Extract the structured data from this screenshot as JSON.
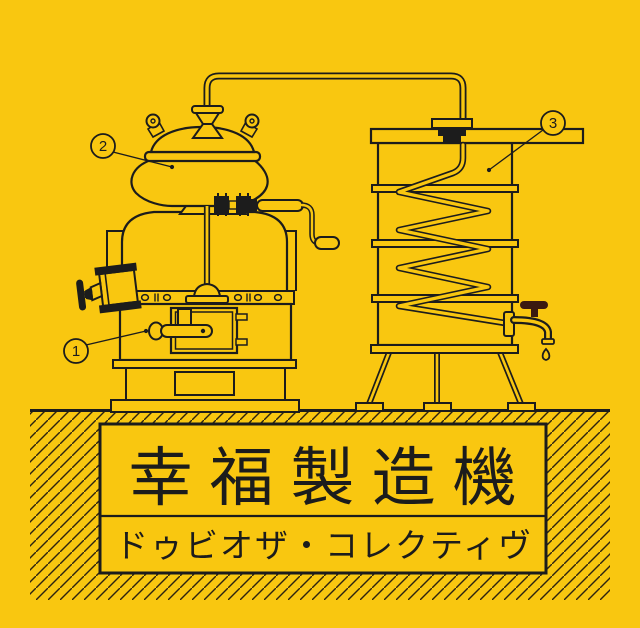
{
  "poster": {
    "title": "幸福製造機",
    "subtitle": "ドゥビオザ・コレクティヴ",
    "callouts": [
      {
        "number": "1"
      },
      {
        "number": "2"
      },
      {
        "number": "3"
      }
    ],
    "colors": {
      "background": "#f9c710",
      "line": "#1c1c1c",
      "tap_handle": "#3a1a10",
      "hatch": "#2e2410"
    }
  }
}
